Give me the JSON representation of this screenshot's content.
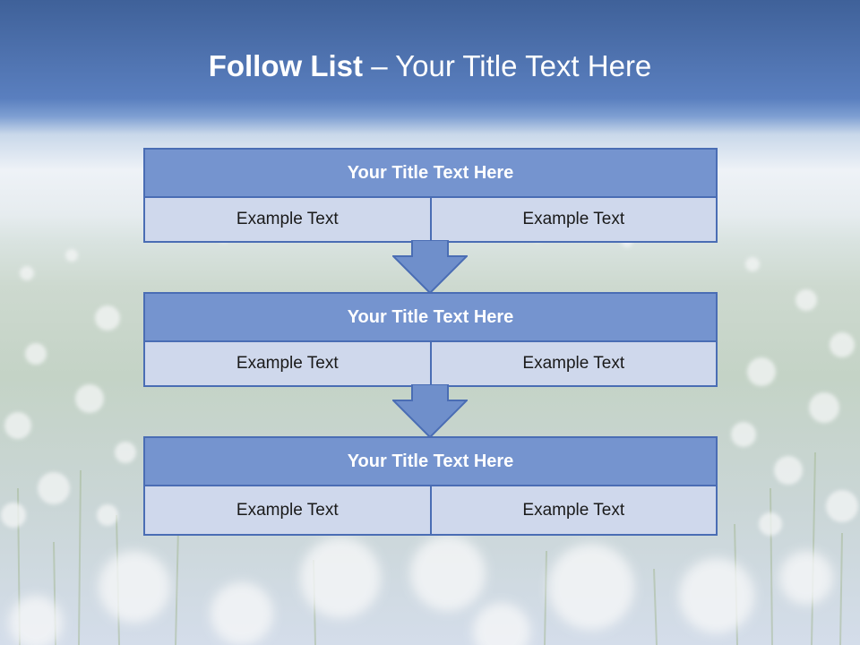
{
  "title": {
    "bold": "Follow List",
    "rest": " – Your Title Text Here"
  },
  "steps": [
    {
      "title": "Your Title Text Here",
      "left": "Example Text",
      "right": "Example Text"
    },
    {
      "title": "Your Title Text Here",
      "left": "Example Text",
      "right": "Example Text"
    },
    {
      "title": "Your Title Text Here",
      "left": "Example Text",
      "right": "Example Text"
    }
  ],
  "colors": {
    "header_fill": "#7594cf",
    "cell_fill": "#cfd8ec",
    "border": "#4a6db4",
    "arrow_fill": "#6f8fcb",
    "sky_top": "#3f6199"
  }
}
